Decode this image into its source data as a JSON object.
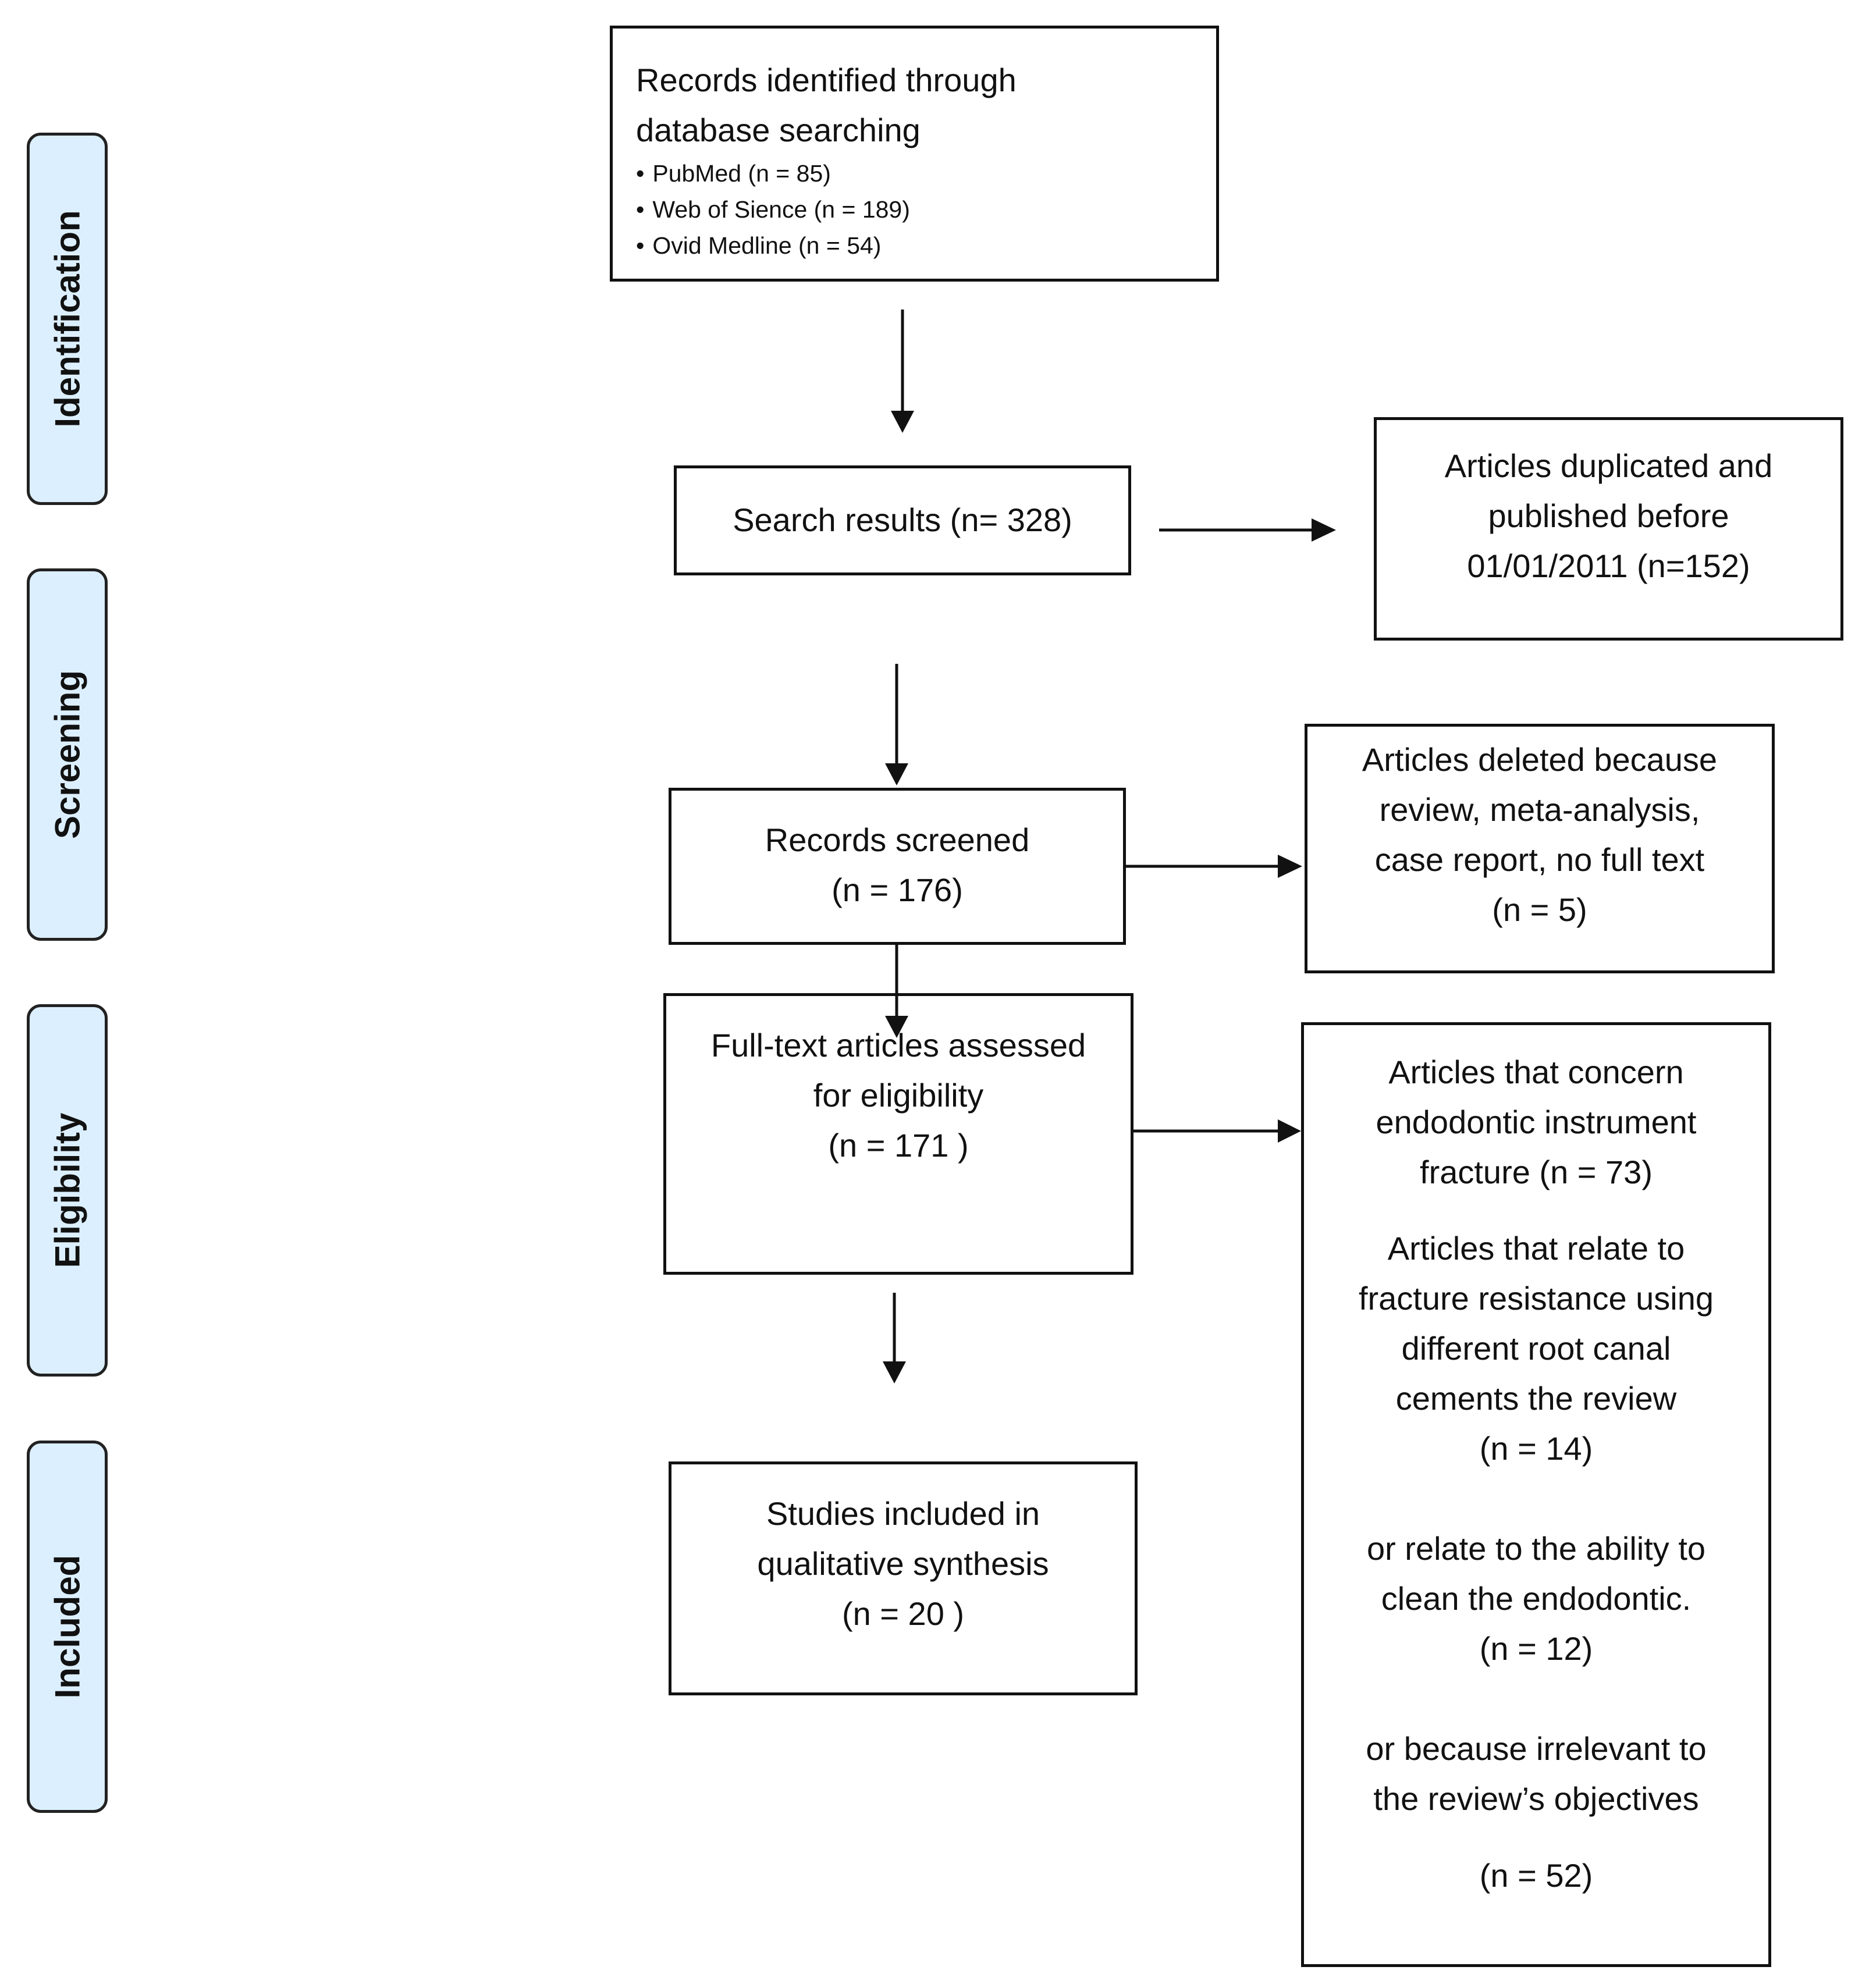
{
  "stages": [
    {
      "label": "Identification"
    },
    {
      "label": "Screening"
    },
    {
      "label": "Eligibility"
    },
    {
      "label": "Included"
    }
  ],
  "identified": {
    "lines": [
      "Records identified through",
      "database searching"
    ],
    "sources": [
      "PubMed (n = 85)",
      "Web of Sience (n = 189)",
      "Ovid Medline (n = 54)"
    ]
  },
  "search_results": {
    "lines": [
      "Search results (n= 328)"
    ]
  },
  "excluded_duplicates": {
    "lines": [
      "Articles duplicated and",
      "published before",
      "01/01/2011 (n=152)"
    ]
  },
  "records_screened": {
    "lines": [
      "Records screened",
      "(n =  176)"
    ]
  },
  "excluded_reviews": {
    "lines": [
      "Articles deleted because",
      "review, meta-analysis,",
      "case report, no full text",
      "(n = 5)"
    ]
  },
  "full_text": {
    "lines": [
      "Full-text articles assessed",
      "for eligibility",
      "(n = 171 )"
    ]
  },
  "excluded_fulltext": {
    "groups": [
      {
        "lines": [
          "Articles that concern",
          "endodontic instrument",
          "fracture (n = 73)"
        ]
      },
      {
        "lines": [
          "Articles that relate to",
          "fracture resistance using",
          "different root canal",
          "cements the review",
          "(n = 14)"
        ]
      },
      {
        "lines": [
          "or relate to the ability to",
          "clean the endodontic.",
          "(n = 12)"
        ]
      },
      {
        "lines": [
          "or because irrelevant to",
          "the review’s objectives"
        ]
      },
      {
        "lines": [
          "(n = 52)"
        ]
      }
    ]
  },
  "included": {
    "lines": [
      "Studies included in",
      "qualitative synthesis",
      "(n =  20 )"
    ]
  },
  "colors": {
    "stage_fill": "#dcefff",
    "border": "#111111"
  }
}
